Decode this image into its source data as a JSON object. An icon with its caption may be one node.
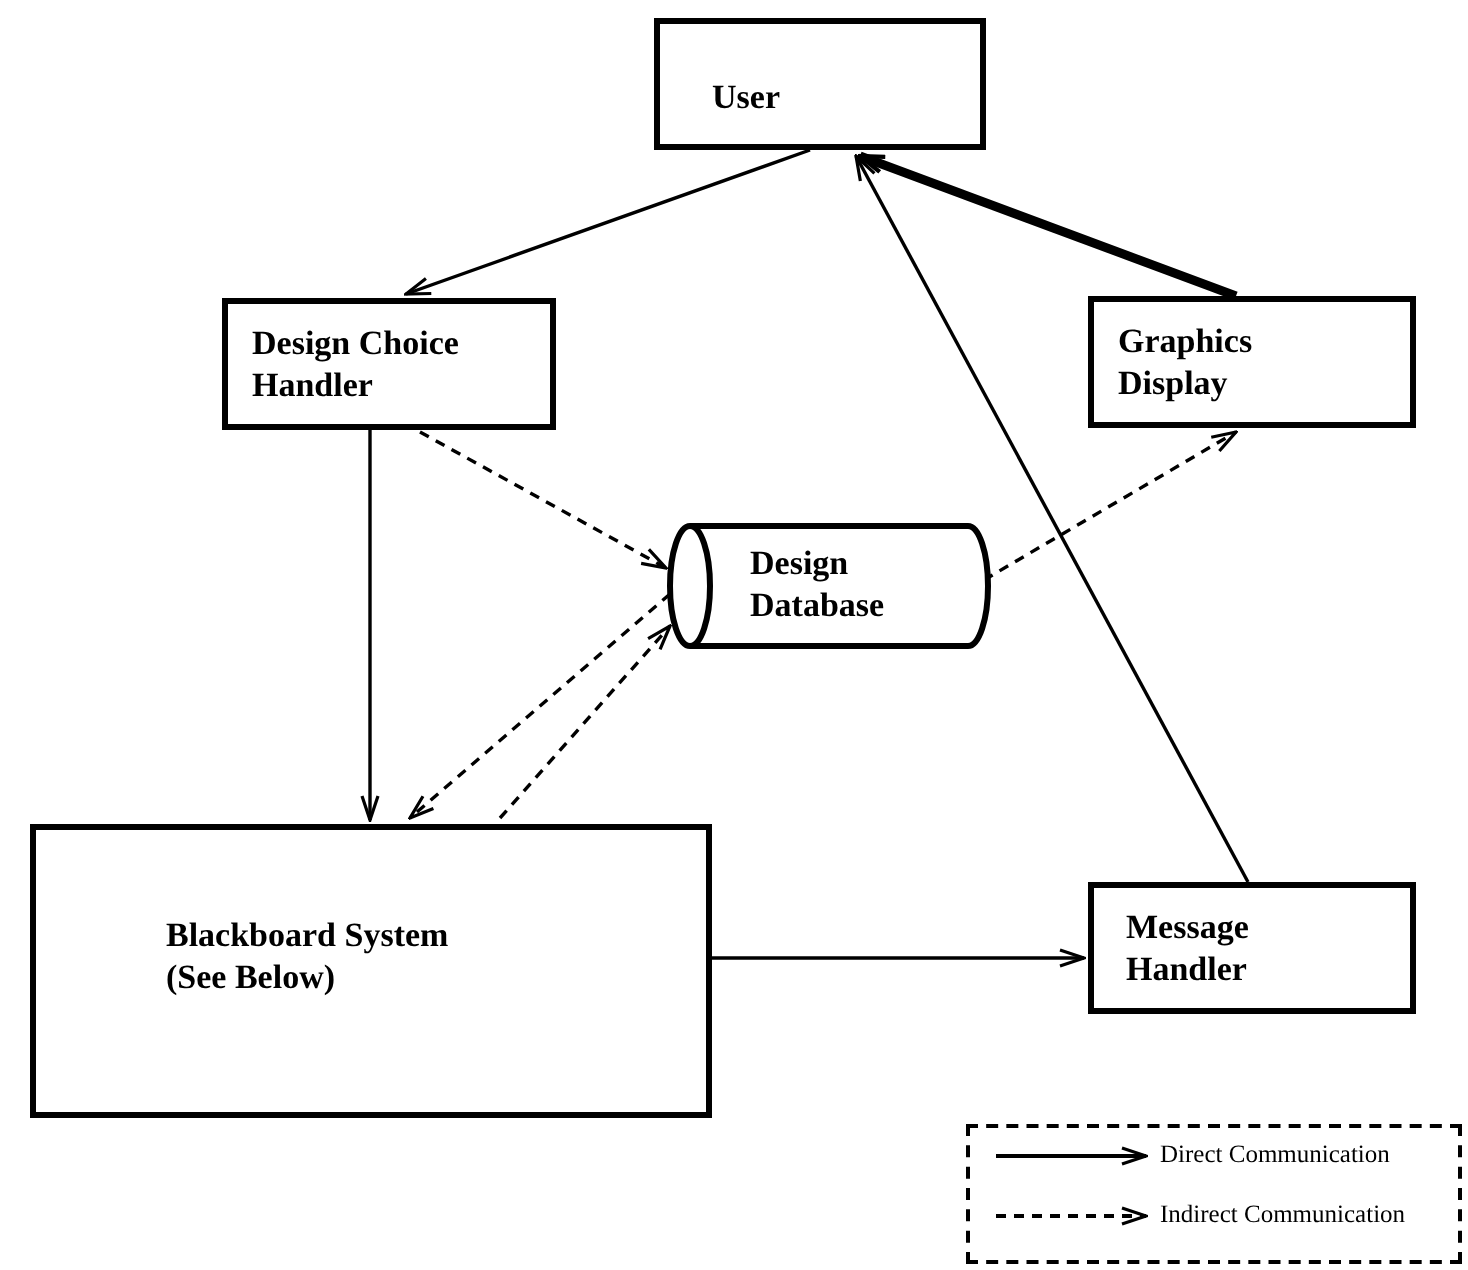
{
  "diagram": {
    "nodes": [
      {
        "text": [
          "User"
        ]
      },
      {
        "text": [
          "Design Choice Handler"
        ]
      },
      {
        "text": [
          "Graphics Display"
        ]
      },
      {
        "text": [
          "Design Database"
        ]
      },
      {
        "text": [
          "Blackboard System (See Below)"
        ]
      },
      {
        "text": [
          "Message Handler"
        ]
      }
    ],
    "edges": [
      {
        "from": 0,
        "to": 1,
        "arrow": "to"
      },
      {
        "from": 2,
        "to": 0,
        "arrow": "to",
        "style": "thick"
      },
      {
        "from": 5,
        "to": 0,
        "arrow": "to"
      },
      {
        "from": 1,
        "to": 3,
        "arrow": "to",
        "style": "dashed"
      },
      {
        "from": 3,
        "to": 2,
        "arrow": "to",
        "style": "dashed"
      },
      {
        "from": 3,
        "to": 4,
        "arrow": "to",
        "style": "dashed"
      },
      {
        "from": 4,
        "to": 3,
        "arrow": "to",
        "style": "dashed"
      },
      {
        "from": 1,
        "to": 4,
        "arrow": "to"
      },
      {
        "from": 4,
        "to": 5,
        "arrow": "to"
      }
    ],
    "legend": [
      {
        "text": "Direct Communication"
      },
      {
        "text": "Indirect Communication"
      }
    ]
  }
}
